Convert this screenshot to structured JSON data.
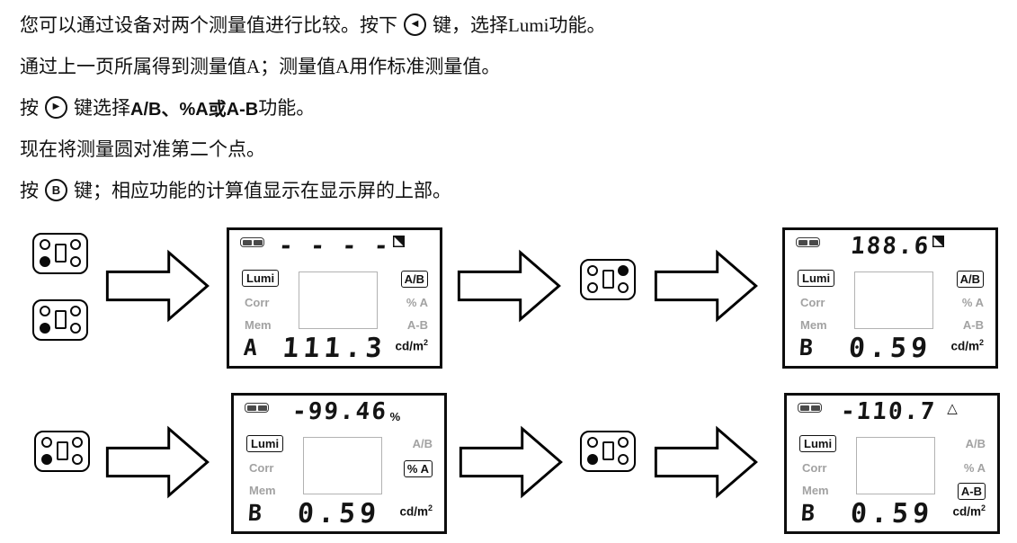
{
  "icons": {
    "left_arrow_key": "◀",
    "right_arrow_key": "▶",
    "b_key": "B",
    "triangle_indicator": "△"
  },
  "instructions": {
    "line1": {
      "text1": "您可以通过设备对两个测量值进行比较。按下",
      "text2": "键，选择Lumi功能。"
    },
    "line2": {
      "text": "通过上一页所属得到测量值A；测量值A用作标准测量值。"
    },
    "line3": {
      "text1": "按",
      "text2": "键选择",
      "bold": "A/B、%A或A-B",
      "text3": "功能。"
    },
    "line4": {
      "text": "现在将测量圆对准第二个点。"
    },
    "line5": {
      "text1": "按",
      "text2": "键；相应功能的计算值显示在显示屏的上部。"
    }
  },
  "keypads": {
    "k1": {
      "pressed": "bl"
    },
    "k2": {
      "pressed": "bl"
    },
    "k3": {
      "pressed": "tr"
    },
    "k4": {
      "pressed": "bl"
    },
    "k5": {
      "pressed": "bl"
    }
  },
  "displays": [
    {
      "top_value": "- - - -",
      "labels": {
        "lumi": "Lumi",
        "corr": "Corr",
        "mem": "Mem"
      },
      "channel": "A",
      "bottom_value": "111.3",
      "unit": "cd/m",
      "unit_exp": "2",
      "right": [
        {
          "label": "A/B",
          "style": "boxed"
        },
        {
          "label": "% A",
          "style": "grey"
        },
        {
          "label": "A-B",
          "style": "grey"
        }
      ]
    },
    {
      "top_value": "188.6",
      "labels": {
        "lumi": "Lumi",
        "corr": "Corr",
        "mem": "Mem"
      },
      "channel": "B",
      "bottom_value": "0.59",
      "unit": "cd/m",
      "unit_exp": "2",
      "right": [
        {
          "label": "A/B",
          "style": "boxed"
        },
        {
          "label": "% A",
          "style": "grey"
        },
        {
          "label": "A-B",
          "style": "grey"
        }
      ]
    },
    {
      "top_value": "-99.46",
      "top_suffix": "%",
      "labels": {
        "lumi": "Lumi",
        "corr": "Corr",
        "mem": "Mem"
      },
      "channel": "B",
      "bottom_value": "0.59",
      "unit": "cd/m",
      "unit_exp": "2",
      "right": [
        {
          "label": "A/B",
          "style": "grey"
        },
        {
          "label": "% A",
          "style": "boxed"
        }
      ]
    },
    {
      "top_value": "-110.7",
      "labels": {
        "lumi": "Lumi",
        "corr": "Corr",
        "mem": "Mem"
      },
      "channel": "B",
      "bottom_value": "0.59",
      "unit": "cd/m",
      "unit_exp": "2",
      "right": [
        {
          "label": "A/B",
          "style": "grey"
        },
        {
          "label": "% A",
          "style": "grey"
        },
        {
          "label": "A-B",
          "style": "boxed"
        }
      ]
    }
  ]
}
